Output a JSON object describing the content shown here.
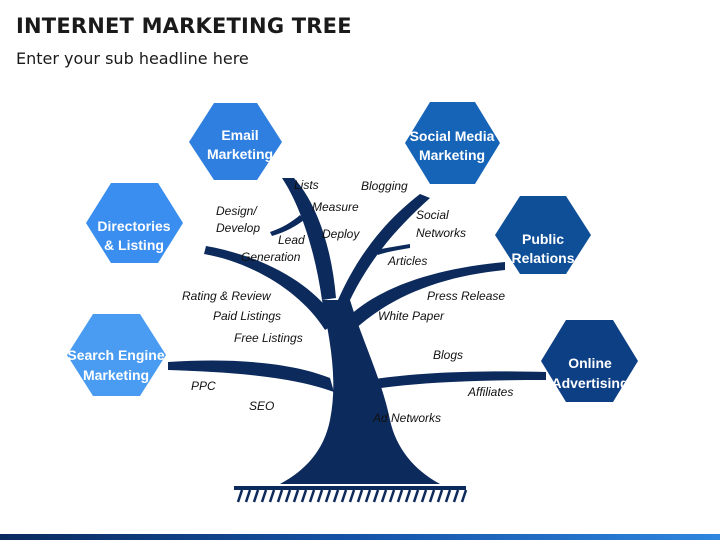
{
  "title": "INTERNET MARKETING TREE",
  "subtitle": "Enter your sub headline here",
  "colors": {
    "trunk": "#0c2a5c",
    "email": "#2f7fe0",
    "social": "#1664b8",
    "directories": "#3a8ef0",
    "public": "#0f4f98",
    "search": "#4a9cf2",
    "online": "#0d3f85"
  },
  "hexagons": {
    "email": [
      "Email",
      "Marketing"
    ],
    "social": [
      "Social Media",
      "Marketing"
    ],
    "directories": [
      "Directories",
      "& Listing"
    ],
    "public": [
      "Public",
      "Relations"
    ],
    "search": [
      "Search Engine",
      "Marketing"
    ],
    "online": [
      "Online",
      "Advertising"
    ]
  },
  "branch_labels": {
    "lists": "Lists",
    "measure": "Measure",
    "deploy": "Deploy",
    "design": "Design/",
    "develop": "Develop",
    "lead": "Lead",
    "generation": "Generation",
    "blogging": "Blogging",
    "social": "Social",
    "networks": "Networks",
    "articles": "Articles",
    "rating": "Rating & Review",
    "paid": "Paid Listings",
    "free": "Free Listings",
    "press": "Press Release",
    "white": "White Paper",
    "blogs": "Blogs",
    "affiliates": "Affiliates",
    "ppc": "PPC",
    "seo": "SEO",
    "adnet": "Ad Networks"
  }
}
